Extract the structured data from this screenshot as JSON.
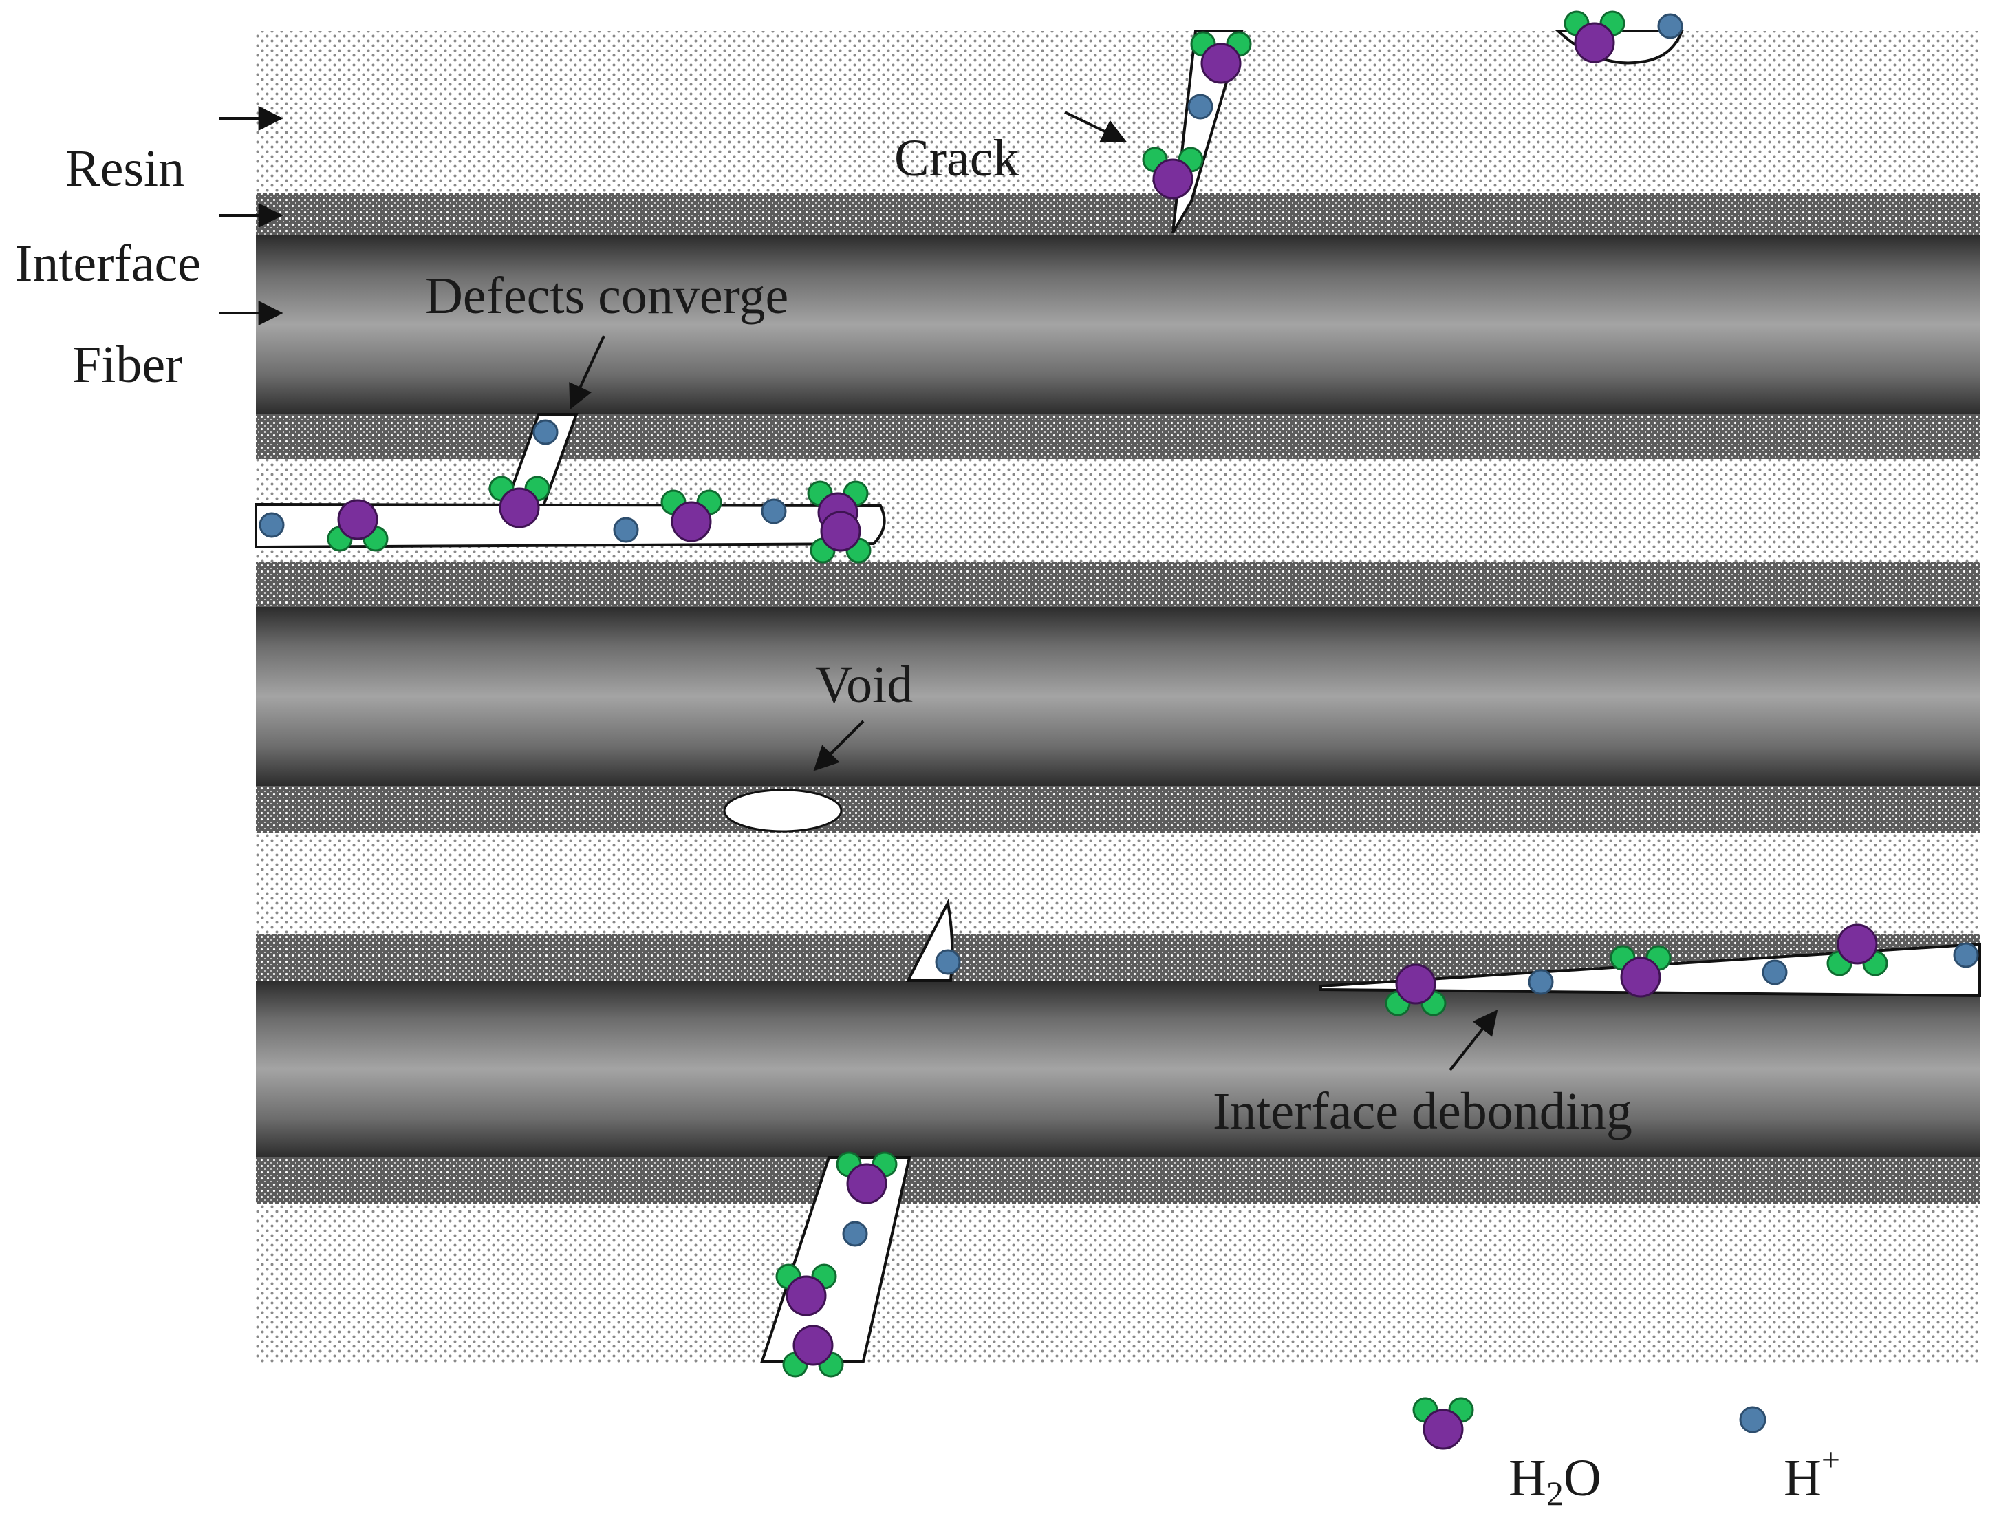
{
  "layer_labels": {
    "resin": "Resin",
    "interface": "Interface",
    "fiber": "Fiber"
  },
  "annotations": {
    "crack": "Crack",
    "defects_converge": "Defects converge",
    "void": "Void",
    "interface_debonding": "Interface debonding"
  },
  "legend": {
    "water_label": "H",
    "water_subscript": "2",
    "water_suffix": "O",
    "proton_label": "H",
    "proton_superscript": "+"
  },
  "colors": {
    "oxygen": "#7a2f9c",
    "hydrogen": "#1fbf5a",
    "proton": "#4f7eaa",
    "fiber_core": "#5a5a5a",
    "fiber_edge": "#2a2a2a",
    "interface_band": "#555555",
    "resin_dots": "#8a8a8a"
  }
}
